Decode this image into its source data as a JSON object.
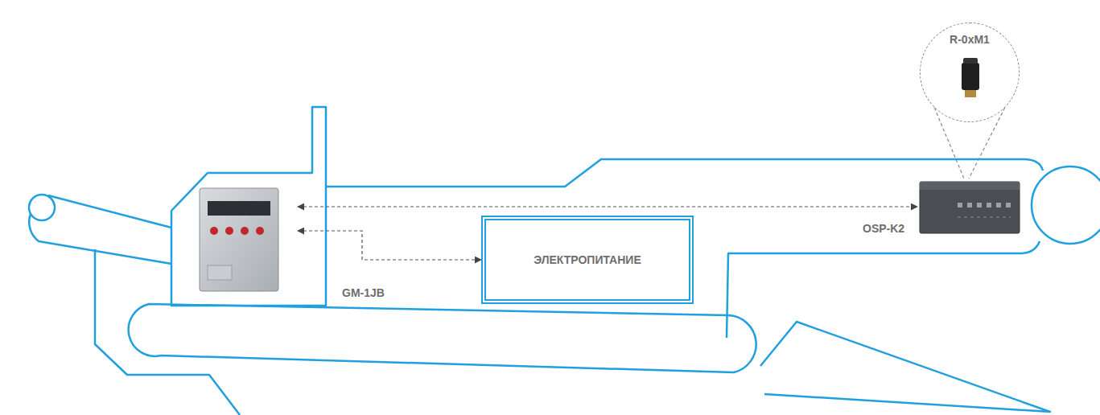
{
  "diagram": {
    "nodes": [
      {
        "text": [
          "GM-1JB"
        ]
      },
      {
        "text": [
          "ЭЛЕКТРОПИТАНИЕ"
        ]
      },
      {
        "text": [
          "OSP-K2"
        ]
      },
      {
        "text": [
          "R-0xM1"
        ]
      }
    ],
    "edges": [
      {
        "from": 0,
        "to": 2,
        "arrow": "both"
      },
      {
        "from": 0,
        "to": 1,
        "arrow": "both"
      },
      {
        "from": 3,
        "to": 2,
        "arrow": "none"
      }
    ]
  }
}
